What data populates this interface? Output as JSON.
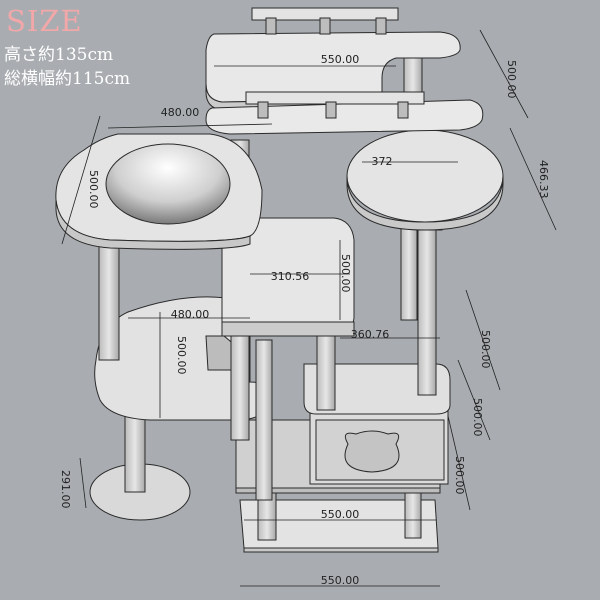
{
  "header": {
    "title": "SIZE",
    "height_spec": "高さ約135cm",
    "width_spec": "総横幅約115cm"
  },
  "dimensions": {
    "top_width": "550.00",
    "top_depth": "500.00",
    "hammock_width": "480.00",
    "hammock_depth": "500.00",
    "round_shelf_width": "372",
    "round_shelf_depth": "466.33",
    "mid_shelf_width": "310.56",
    "mid_shelf_depth": "500.00",
    "cat_shelf_width": "480.00",
    "cat_shelf_depth": "500.00",
    "box_width": "360.76",
    "box_depth_a": "500.00",
    "box_depth_b": "500.00",
    "box_depth_c": "500.00",
    "round_base_height": "291.00",
    "base_inner_width": "550.00",
    "base_outer_width": "550.00"
  },
  "colors": {
    "background": "#a9adb1",
    "board": "#d9d9d9",
    "board_edge": "#c9c9c9",
    "outline": "#2a2a2a",
    "title": "#f2a7a9"
  }
}
